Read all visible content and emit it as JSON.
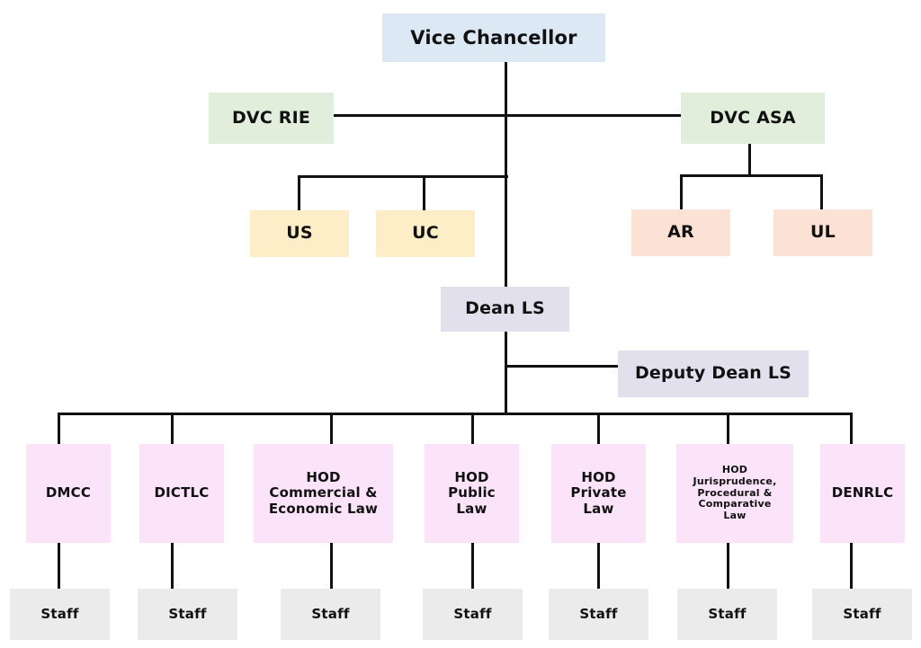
{
  "chart_data": {
    "type": "diagram",
    "title": "University Faculty of Law Organizational Chart",
    "orientation": "top-down",
    "levels": 5,
    "nodes": [
      {
        "id": "vc",
        "label": "Vice Chancellor",
        "level": 0,
        "color": "#dde8f5"
      },
      {
        "id": "dvc_rie",
        "label": "DVC RIE",
        "level": 1,
        "color": "#e1eedc"
      },
      {
        "id": "dvc_asa",
        "label": "DVC ASA",
        "level": 1,
        "color": "#e1eedc"
      },
      {
        "id": "us",
        "label": "US",
        "level": 2,
        "color": "#fdeec8"
      },
      {
        "id": "uc",
        "label": "UC",
        "level": 2,
        "color": "#fdeec8"
      },
      {
        "id": "ar",
        "label": "AR",
        "level": 2,
        "color": "#fbe2d4"
      },
      {
        "id": "ul",
        "label": "UL",
        "level": 2,
        "color": "#fbe2d4"
      },
      {
        "id": "dean_ls",
        "label": "Dean LS",
        "level": 2,
        "color": "#e2e0ed"
      },
      {
        "id": "deputy_dean_ls",
        "label": "Deputy Dean LS",
        "level": 3,
        "color": "#e2e0ed"
      },
      {
        "id": "dmcc",
        "label": "DMCC",
        "level": 4,
        "color": "#fbe4f9"
      },
      {
        "id": "dictlc",
        "label": "DICTLC",
        "level": 4,
        "color": "#fbe4f9"
      },
      {
        "id": "hod_commercial",
        "label": "HOD Commercial & Economic Law",
        "level": 4,
        "color": "#fbe4f9"
      },
      {
        "id": "hod_public",
        "label": "HOD Public Law",
        "level": 4,
        "color": "#fbe4f9"
      },
      {
        "id": "hod_private",
        "label": "HOD Private Law",
        "level": 4,
        "color": "#fbe4f9"
      },
      {
        "id": "hod_jurisprudence",
        "label": "HOD Jurisprudence, Procedural & Comparative Law",
        "level": 4,
        "color": "#fbe4f9"
      },
      {
        "id": "denrlc",
        "label": "DENRLC",
        "level": 4,
        "color": "#fbe4f9"
      },
      {
        "id": "staff",
        "label": "Staff",
        "level": 5,
        "color": "#ebebeb"
      }
    ],
    "edges": [
      {
        "from": "vc",
        "to": "dvc_rie"
      },
      {
        "from": "vc",
        "to": "dvc_asa"
      },
      {
        "from": "dvc_rie",
        "to": "us"
      },
      {
        "from": "dvc_rie",
        "to": "uc"
      },
      {
        "from": "dvc_asa",
        "to": "ar"
      },
      {
        "from": "dvc_asa",
        "to": "ul"
      },
      {
        "from": "vc",
        "to": "dean_ls"
      },
      {
        "from": "dean_ls",
        "to": "deputy_dean_ls"
      },
      {
        "from": "dean_ls",
        "to": "dmcc"
      },
      {
        "from": "dean_ls",
        "to": "dictlc"
      },
      {
        "from": "dean_ls",
        "to": "hod_commercial"
      },
      {
        "from": "dean_ls",
        "to": "hod_public"
      },
      {
        "from": "dean_ls",
        "to": "hod_private"
      },
      {
        "from": "dean_ls",
        "to": "hod_jurisprudence"
      },
      {
        "from": "dean_ls",
        "to": "denrlc"
      },
      {
        "from": "dmcc",
        "to": "staff"
      },
      {
        "from": "dictlc",
        "to": "staff"
      },
      {
        "from": "hod_commercial",
        "to": "staff"
      },
      {
        "from": "hod_public",
        "to": "staff"
      },
      {
        "from": "hod_private",
        "to": "staff"
      },
      {
        "from": "hod_jurisprudence",
        "to": "staff"
      },
      {
        "from": "denrlc",
        "to": "staff"
      }
    ],
    "colors": {
      "executive": "#dde8f5",
      "deputy_vc": "#e1eedc",
      "unit_left": "#fdeec8",
      "unit_right": "#fbe2d4",
      "dean": "#e2e0ed",
      "department": "#fbe4f9",
      "staff": "#ebebeb",
      "connector": "#111111",
      "text": "#111111",
      "background": "#ffffff"
    }
  },
  "nodes": {
    "vice_chancellor": "Vice Chancellor",
    "dvc_rie": "DVC RIE",
    "dvc_asa": "DVC ASA",
    "us": "US",
    "uc": "UC",
    "ar": "AR",
    "ul": "UL",
    "dean_ls": "Dean LS",
    "deputy_dean_ls": "Deputy Dean LS",
    "dmcc": "DMCC",
    "dictlc": "DICTLC",
    "hod_commercial_l1": "HOD",
    "hod_commercial_l2": "Commercial &",
    "hod_commercial_l3": "Economic Law",
    "hod_public_l1": "HOD",
    "hod_public_l2": "Public",
    "hod_public_l3": "Law",
    "hod_private_l1": "HOD",
    "hod_private_l2": "Private",
    "hod_private_l3": "Law",
    "hod_juris_l1": "HOD",
    "hod_juris_l2": "Jurisprudence,",
    "hod_juris_l3": "Procedural &",
    "hod_juris_l4": "Comparative",
    "hod_juris_l5": "Law",
    "denrlc": "DENRLC",
    "staff_1": "Staff",
    "staff_2": "Staff",
    "staff_3": "Staff",
    "staff_4": "Staff",
    "staff_5": "Staff",
    "staff_6": "Staff",
    "staff_7": "Staff"
  }
}
